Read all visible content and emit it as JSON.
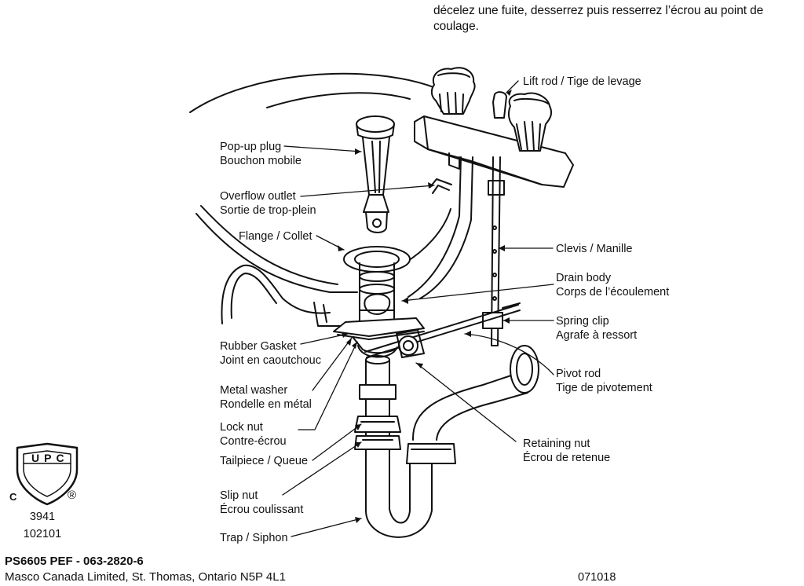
{
  "intro_text": "décelez une fuite, desserrez puis resserrez l’écrou au point de coulage.",
  "labels": {
    "lift_rod": "Lift rod / Tige de levage",
    "popup_plug_en": "Pop-up plug",
    "popup_plug_fr": "Bouchon mobile",
    "overflow_en": "Overflow outlet",
    "overflow_fr": "Sortie de trop-plein",
    "flange": "Flange / Collet",
    "clevis": "Clevis / Manille",
    "drain_body_en": "Drain body",
    "drain_body_fr": "Corps de l’écoulement",
    "spring_clip_en": "Spring clip",
    "spring_clip_fr": "Agrafe à ressort",
    "rubber_gasket_en": "Rubber Gasket",
    "rubber_gasket_fr": "Joint en caoutchouc",
    "pivot_rod_en": "Pivot rod",
    "pivot_rod_fr": "Tige de pivotement",
    "metal_washer_en": "Metal washer",
    "metal_washer_fr": "Rondelle en métal",
    "lock_nut_en": "Lock nut",
    "lock_nut_fr": "Contre-écrou",
    "retaining_nut_en": "Retaining nut",
    "retaining_nut_fr": "Écrou de retenue",
    "tailpiece": "Tailpiece / Queue",
    "slip_nut_en": "Slip nut",
    "slip_nut_fr": "Écrou coulissant",
    "trap": "Trap / Siphon"
  },
  "logo": {
    "text": "UPC",
    "c_mark": "C",
    "r_mark": "®",
    "code1": "3941",
    "code2": "102101"
  },
  "footer": {
    "title": "PS6605 PEF - 063-2820-6",
    "address": "Masco Canada Limited, St. Thomas, Ontario  N5P 4L1",
    "doc_number": "071018"
  }
}
